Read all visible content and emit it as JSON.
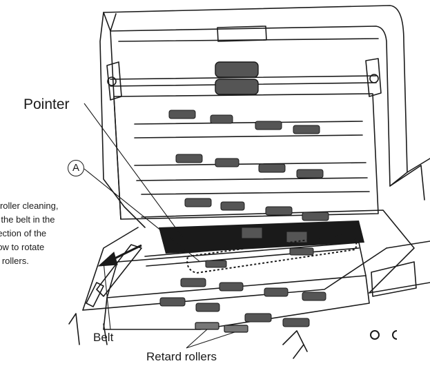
{
  "labels": {
    "pointer": "Pointer",
    "callout_a": "A",
    "belt": "Belt",
    "retard_rollers": "Retard rollers"
  },
  "instructions": [
    "r roller cleaning,",
    "ll the belt in the",
    "rection of the",
    "row to rotate",
    "e rollers."
  ],
  "side_text": "O C",
  "colors": {
    "line": "#1a1a1a",
    "fill": "#ffffff",
    "dark_pad": "#555555",
    "slot": "#1a1a1a"
  }
}
